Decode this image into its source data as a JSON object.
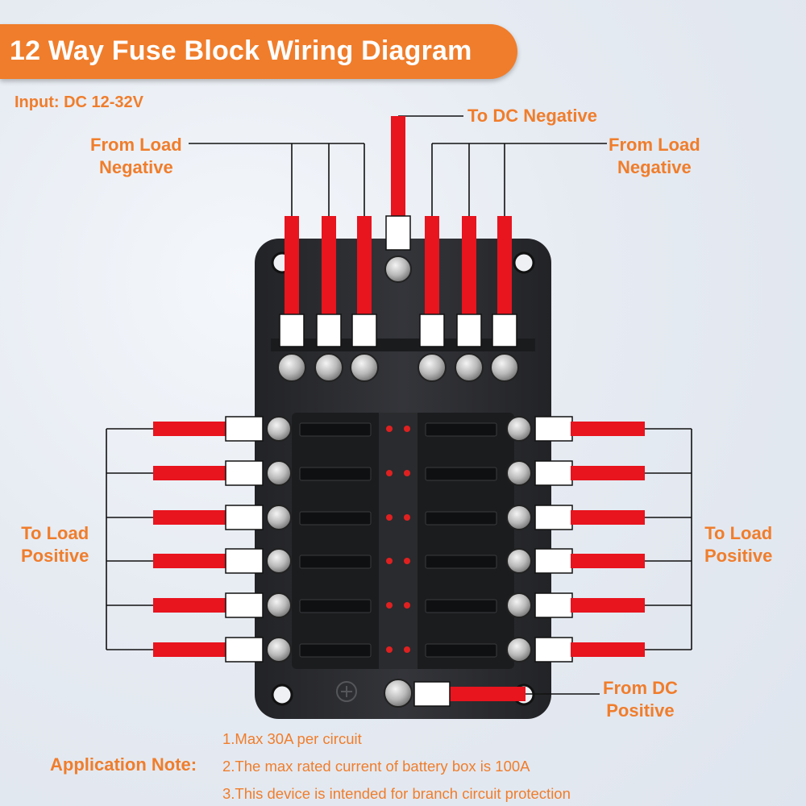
{
  "title": "12 Way Fuse Block Wiring Diagram",
  "input_spec": "Input: DC 12-32V",
  "labels": {
    "to_dc_negative": "To DC Negative",
    "from_load_negative_left": "From Load\nNegative",
    "from_load_negative_right": "From Load\nNegative",
    "to_load_positive_left": "To Load\nPositive",
    "to_load_positive_right": "To Load\nPositive",
    "from_dc_positive": "From DC\nPositive"
  },
  "application_note": {
    "heading": "Application Note:",
    "items": [
      "1.Max 30A per circuit",
      "2.The max rated current of battery box is 100A",
      "3.This device is intended for branch circuit protection"
    ]
  },
  "colors": {
    "accent": "#f07d2b",
    "wire_red": "#e8141e",
    "block_body": "#2b2c2f",
    "led_red": "#e02020"
  },
  "icons": {
    "ground_terminal": "screw-terminal-icon",
    "positive_terminal": "plus-icon"
  }
}
